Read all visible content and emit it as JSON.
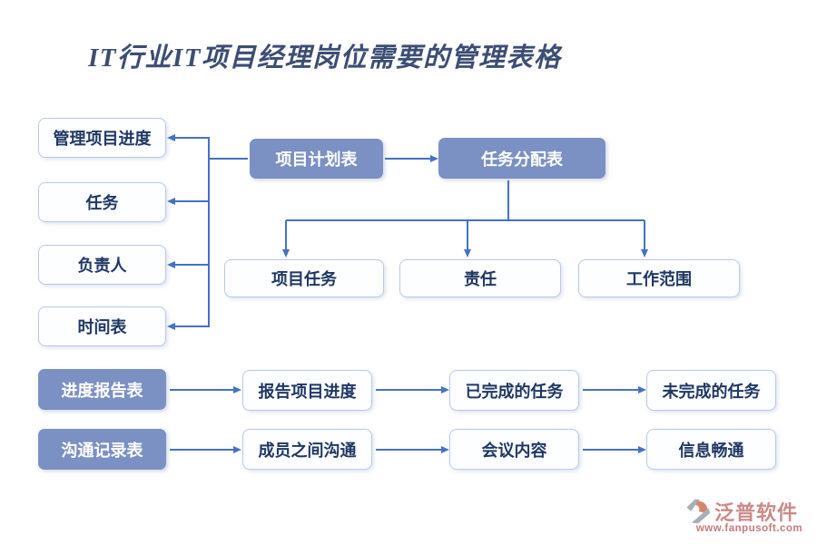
{
  "title": "IT行业IT项目经理岗位需要的管理表格",
  "colors": {
    "accent": "#4472C4",
    "solid_node_fill": "#7B90C3",
    "solid_node_text": "#FFFFFF",
    "light_node_border": "#B7C9E9",
    "light_node_text": "#1F3864",
    "title_text": "#3C4E74",
    "watermark_text": "#CB8A8A",
    "watermark_url": "#C67B7B"
  },
  "nodes": {
    "plan_table": "项目计划表",
    "assignment_table": "任务分配表",
    "left_items": [
      "管理项目进度",
      "任务",
      "负责人",
      "时间表"
    ],
    "assignment_children": [
      "项目任务",
      "责任",
      "工作范围"
    ],
    "progress_report_table": "进度报告表",
    "progress_steps": [
      "报告项目进度",
      "已完成的任务",
      "未完成的任务"
    ],
    "communication_table": "沟通记录表",
    "communication_steps": [
      "成员之间沟通",
      "会议内容",
      "信息畅通"
    ]
  },
  "watermark": {
    "brand": "泛普软件",
    "url": "www.fanpusoft.com"
  }
}
